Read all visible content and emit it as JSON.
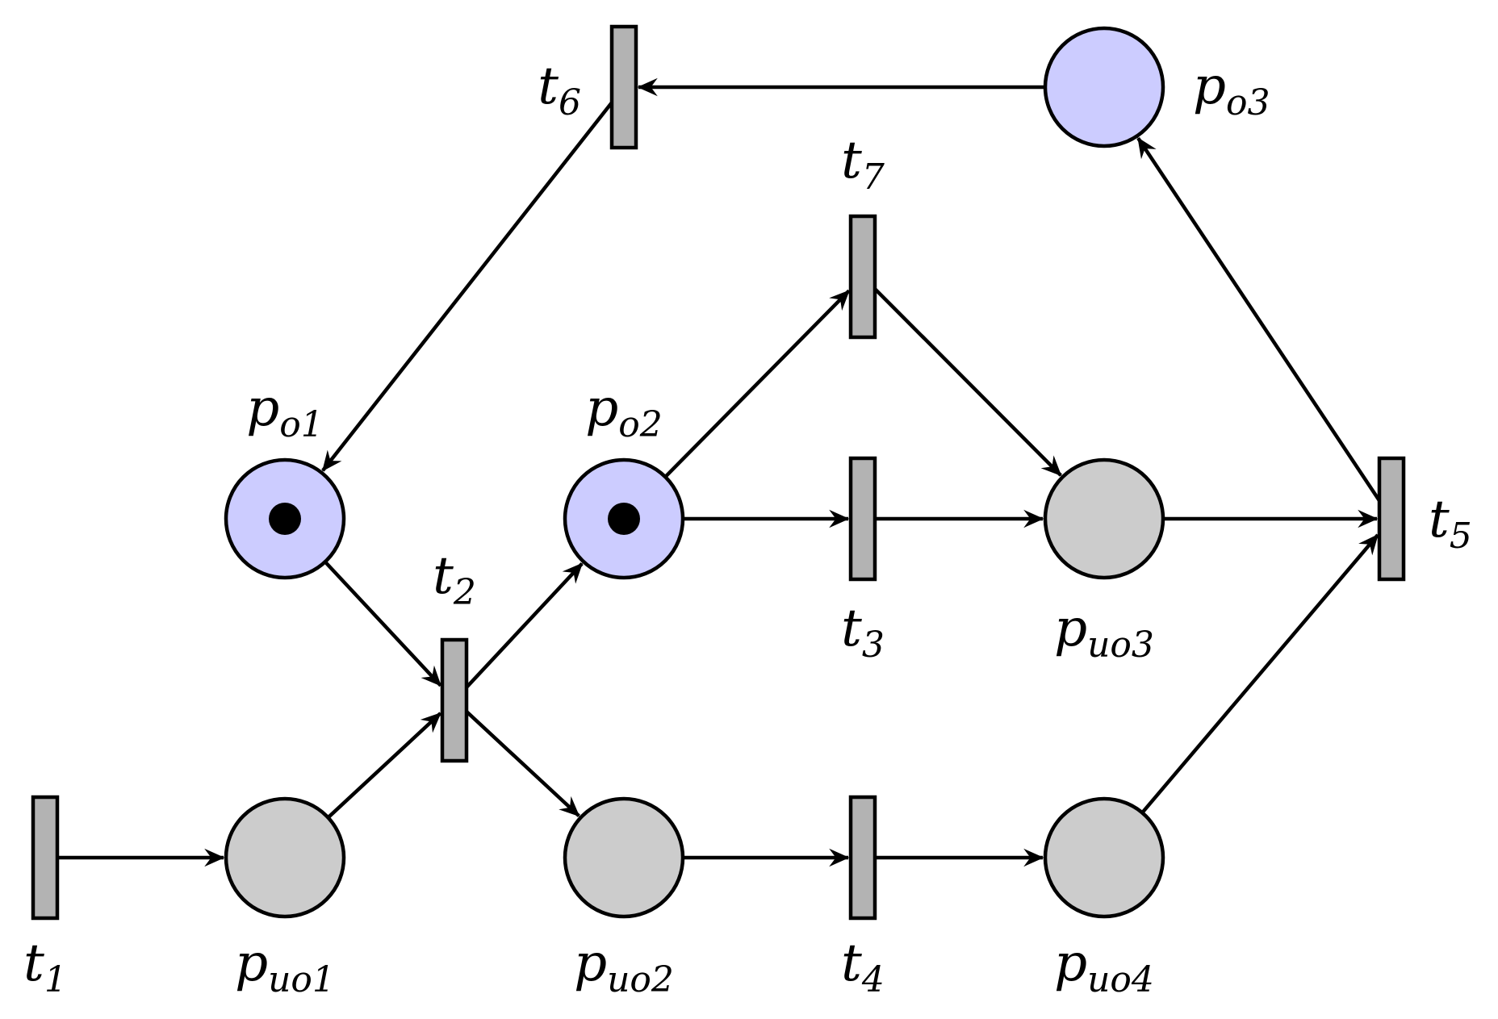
{
  "colors": {
    "observable_place": "#ccccff",
    "unobservable_place": "#cccccc",
    "transition": "#b3b3b3",
    "stroke": "#000000"
  },
  "places": [
    {
      "id": "po1",
      "label": {
        "base": "p",
        "sub": "o1"
      },
      "observable": true,
      "tokens": 1
    },
    {
      "id": "po2",
      "label": {
        "base": "p",
        "sub": "o2"
      },
      "observable": true,
      "tokens": 1
    },
    {
      "id": "po3",
      "label": {
        "base": "p",
        "sub": "o3"
      },
      "observable": true,
      "tokens": 0
    },
    {
      "id": "puo1",
      "label": {
        "base": "p",
        "sub": "uo1"
      },
      "observable": false,
      "tokens": 0
    },
    {
      "id": "puo2",
      "label": {
        "base": "p",
        "sub": "uo2"
      },
      "observable": false,
      "tokens": 0
    },
    {
      "id": "puo3",
      "label": {
        "base": "p",
        "sub": "uo3"
      },
      "observable": false,
      "tokens": 0
    },
    {
      "id": "puo4",
      "label": {
        "base": "p",
        "sub": "uo4"
      },
      "observable": false,
      "tokens": 0
    }
  ],
  "transitions": [
    {
      "id": "t1",
      "label": {
        "base": "t",
        "sub": "1"
      }
    },
    {
      "id": "t2",
      "label": {
        "base": "t",
        "sub": "2"
      }
    },
    {
      "id": "t3",
      "label": {
        "base": "t",
        "sub": "3"
      }
    },
    {
      "id": "t4",
      "label": {
        "base": "t",
        "sub": "4"
      }
    },
    {
      "id": "t5",
      "label": {
        "base": "t",
        "sub": "5"
      }
    },
    {
      "id": "t6",
      "label": {
        "base": "t",
        "sub": "6"
      }
    },
    {
      "id": "t7",
      "label": {
        "base": "t",
        "sub": "7"
      }
    }
  ],
  "arcs": [
    {
      "from": "t1",
      "to": "puo1"
    },
    {
      "from": "puo1",
      "to": "t2"
    },
    {
      "from": "po1",
      "to": "t2"
    },
    {
      "from": "t2",
      "to": "po2"
    },
    {
      "from": "t2",
      "to": "puo2"
    },
    {
      "from": "po2",
      "to": "t3"
    },
    {
      "from": "po2",
      "to": "t7"
    },
    {
      "from": "t3",
      "to": "puo3"
    },
    {
      "from": "t7",
      "to": "puo3"
    },
    {
      "from": "puo2",
      "to": "t4"
    },
    {
      "from": "t4",
      "to": "puo4"
    },
    {
      "from": "puo3",
      "to": "t5"
    },
    {
      "from": "puo4",
      "to": "t5"
    },
    {
      "from": "t5",
      "to": "po3"
    },
    {
      "from": "po3",
      "to": "t6"
    },
    {
      "from": "t6",
      "to": "po1"
    }
  ]
}
